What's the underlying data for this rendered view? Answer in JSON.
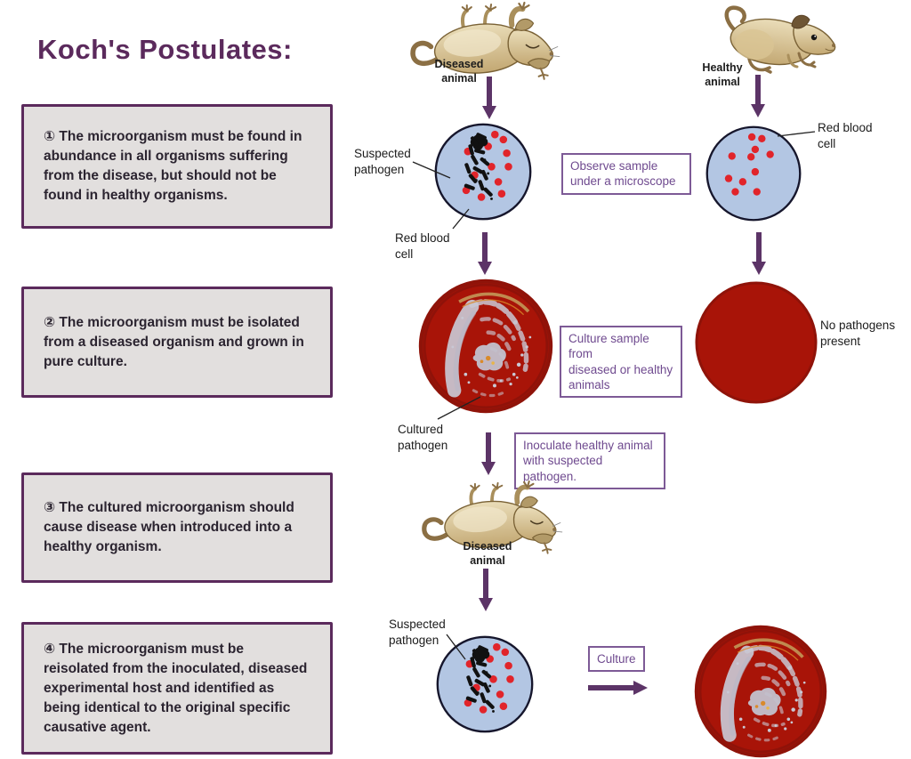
{
  "title": "Koch's Postulates:",
  "postulates": [
    {
      "text": "① The microorganism must be found in abundance in all organisms suffering from the disease, but should not be found in healthy organisms."
    },
    {
      "text": "② The microorganism must be isolated from a diseased organism and grown in pure culture."
    },
    {
      "text": "③ The cultured microorganism should cause disease when introduced into a healthy organism."
    },
    {
      "text": "④ The microorganism must be reisolated from the inoculated, diseased experimental host and identified as being identical to the original specific causative agent."
    }
  ],
  "flow": {
    "diseased_animal_top": "Diseased\nanimal",
    "healthy_animal": "Healthy\nanimal",
    "suspected_pathogen_top": "Suspected\npathogen",
    "red_blood_cell_left": "Red blood\ncell",
    "red_blood_cell_right": "Red blood\ncell",
    "observe_note": "Observe sample\nunder a microscope",
    "culture_note": "Culture sample from\ndiseased or healthy\nanimals",
    "no_pathogens": "No pathogens\npresent",
    "cultured_pathogen": "Cultured\npathogen",
    "inoculate_note": "Inoculate healthy animal\nwith suspected pathogen.",
    "diseased_animal_mid": "Diseased\nanimal",
    "suspected_pathogen_bottom": "Suspected\npathogen",
    "culture_small_note": "Culture"
  },
  "colors": {
    "title_purple": "#5B2A5C",
    "annotation_purple": "#6F4A8F",
    "arrow_purple": "#5C3467",
    "postulate_box_bg": "#E2DFDE",
    "agar_red": "#A81408",
    "sample_blue": "#B3C6E3",
    "red_blood_cell": "#E1242A",
    "mouse_tan": "#D8C59A"
  }
}
